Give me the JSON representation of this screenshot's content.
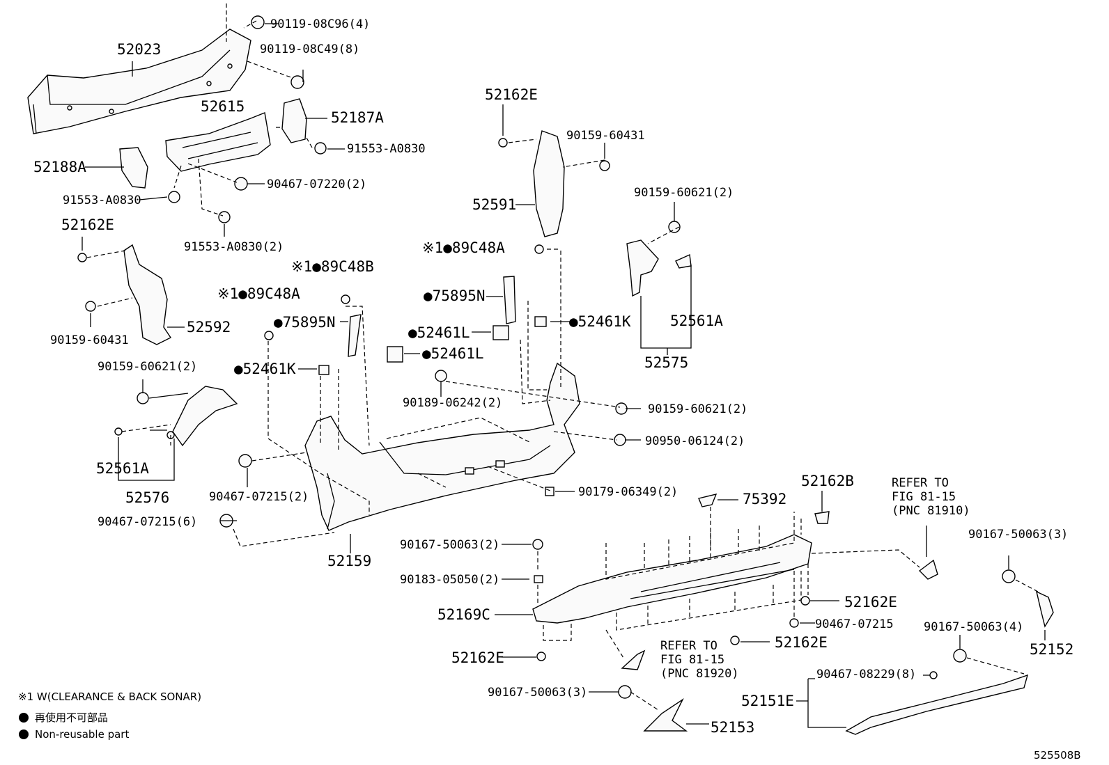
{
  "diagram_id": "525508B",
  "notes": {
    "footnote": "※1  W(CLEARANCE & BACK SONAR)",
    "legend_jp": "再使用不可部品",
    "legend_en": "Non-reusable part"
  },
  "labels": {
    "p_52023": "52023",
    "p_9011908c96": "90119-08C96(4)",
    "p_9011908c49": "90119-08C49(8)",
    "p_52615": "52615",
    "p_52187a": "52187A",
    "p_91553a0830_r": "91553-A0830",
    "p_52188a": "52188A",
    "p_91553a0830_l": "91553-A0830",
    "p_9046707220": "90467-07220(2)",
    "p_91553a0830_2": "91553-A0830(2)",
    "p_52162e_tl": "52162E",
    "p_9015960431_l": "90159-60431",
    "p_52592": "52592",
    "p_9015960621_l": "90159-60621(2)",
    "p_52561a_l": "52561A",
    "p_52576": "52576",
    "p_9046707215_2": "90467-07215(2)",
    "p_9046707215_6": "90467-07215(6)",
    "p_52159": "52159",
    "p_89c48b": "※1●89C48B",
    "p_89c48a_l": "※1●89C48A",
    "p_75895n_l": "●75895N",
    "p_52461k_l": "●52461K",
    "p_52461l_mid": "●52461L",
    "p_52461l_top": "●52461L",
    "p_75895n_r": "●75895N",
    "p_89c48a_r": "※1●89C48A",
    "p_52162e_top": "52162E",
    "p_9015960431_r": "90159-60431",
    "p_52591": "52591",
    "p_9015960621_r": "90159-60621(2)",
    "p_52561a_r": "52561A",
    "p_52575": "52575",
    "p_52461k_r": "●52461K",
    "p_9018906242": "90189-06242(2)",
    "p_9015960621_mid": "90159-60621(2)",
    "p_9095006124": "90950-06124(2)",
    "p_9017906349": "90179-06349(2)",
    "p_75392": "75392",
    "p_52162b": "52162B",
    "p_refer1_a": "REFER TO",
    "p_refer1_b": "FIG 81-15",
    "p_refer1_c": "(PNC 81910)",
    "p_9016750063_2": "90167-50063(2)",
    "p_9018305050": "90183-05050(2)",
    "p_52169c": "52169C",
    "p_52162e_low": "52162E",
    "p_52162e_r1": "52162E",
    "p_9046707215_r": "90467-07215",
    "p_52162e_r2": "52162E",
    "p_refer2_a": "REFER TO",
    "p_refer2_b": "FIG 81-15",
    "p_refer2_c": "(PNC 81920)",
    "p_9016750063_3a": "90167-50063(3)",
    "p_9016750063_3b": "90167-50063(3)",
    "p_52152": "52152",
    "p_9016750063_4": "90167-50063(4)",
    "p_9046708229": "90467-08229(8)",
    "p_52151e": "52151E",
    "p_52153": "52153"
  }
}
